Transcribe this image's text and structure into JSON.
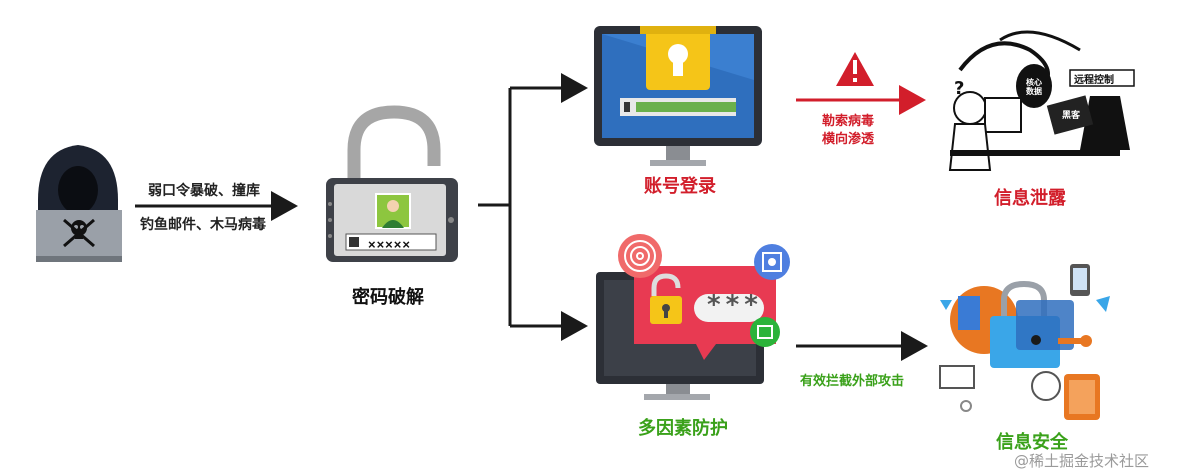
{
  "attacker": {
    "method_line1": "弱口令暴破、撞库",
    "method_line2": "钓鱼邮件、木马病毒"
  },
  "crack": {
    "label": "密码破解",
    "mask": "×××××"
  },
  "login": {
    "label": "账号登录"
  },
  "warning": {
    "line1": "勒索病毒",
    "line2": "横向渗透"
  },
  "leak": {
    "label": "信息泄露",
    "tag1": "核心数据",
    "tag2": "远程控制",
    "tag3": "黑客"
  },
  "mfa": {
    "label": "多因素防护",
    "stars": "***"
  },
  "block": {
    "label": "有效拦截外部攻击"
  },
  "safe": {
    "label": "信息安全"
  },
  "watermark": "@稀土掘金技术社区",
  "colors": {
    "red": "#d21e2b",
    "green": "#3aa11a",
    "dark": "#1a1a1a",
    "blue": "#2f6fbe",
    "yellow": "#f5c518"
  }
}
